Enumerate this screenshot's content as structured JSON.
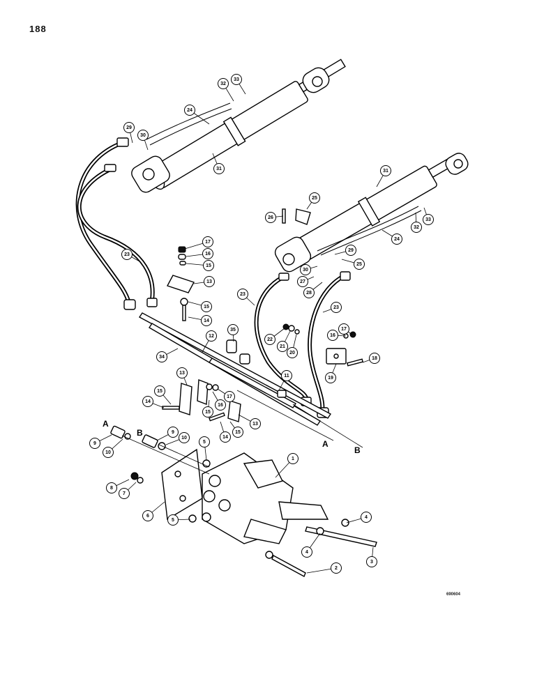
{
  "page": {
    "number": "188",
    "reference": "690604"
  },
  "line_markers": {
    "a": "A",
    "b": "B"
  },
  "callouts": [
    {
      "id": "c1",
      "label": "1"
    },
    {
      "id": "c2",
      "label": "2"
    },
    {
      "id": "c3",
      "label": "3"
    },
    {
      "id": "c4a",
      "label": "4"
    },
    {
      "id": "c4b",
      "label": "4"
    },
    {
      "id": "c5a",
      "label": "5"
    },
    {
      "id": "c5b",
      "label": "5"
    },
    {
      "id": "c6",
      "label": "6"
    },
    {
      "id": "c7",
      "label": "7"
    },
    {
      "id": "c8",
      "label": "8"
    },
    {
      "id": "c9a",
      "label": "9"
    },
    {
      "id": "c9b",
      "label": "9"
    },
    {
      "id": "c10a",
      "label": "10"
    },
    {
      "id": "c10b",
      "label": "10"
    },
    {
      "id": "c11",
      "label": "11"
    },
    {
      "id": "c12",
      "label": "12"
    },
    {
      "id": "c13a",
      "label": "13"
    },
    {
      "id": "c13b",
      "label": "13"
    },
    {
      "id": "c13c",
      "label": "13"
    },
    {
      "id": "c14a",
      "label": "14"
    },
    {
      "id": "c14b",
      "label": "14"
    },
    {
      "id": "c14c",
      "label": "14"
    },
    {
      "id": "c15a",
      "label": "15"
    },
    {
      "id": "c15b",
      "label": "15"
    },
    {
      "id": "c15c",
      "label": "15"
    },
    {
      "id": "c15d",
      "label": "15"
    },
    {
      "id": "c15e",
      "label": "15"
    },
    {
      "id": "c16a",
      "label": "16"
    },
    {
      "id": "c16b",
      "label": "16"
    },
    {
      "id": "c16c",
      "label": "16"
    },
    {
      "id": "c17a",
      "label": "17"
    },
    {
      "id": "c17b",
      "label": "17"
    },
    {
      "id": "c17c",
      "label": "17"
    },
    {
      "id": "c18",
      "label": "18"
    },
    {
      "id": "c19",
      "label": "19"
    },
    {
      "id": "c20",
      "label": "20"
    },
    {
      "id": "c21",
      "label": "21"
    },
    {
      "id": "c22",
      "label": "22"
    },
    {
      "id": "c23a",
      "label": "23"
    },
    {
      "id": "c23b",
      "label": "23"
    },
    {
      "id": "c23c",
      "label": "23"
    },
    {
      "id": "c24a",
      "label": "24"
    },
    {
      "id": "c24b",
      "label": "24"
    },
    {
      "id": "c25a",
      "label": "25"
    },
    {
      "id": "c25b",
      "label": "25"
    },
    {
      "id": "c26",
      "label": "26"
    },
    {
      "id": "c27",
      "label": "27"
    },
    {
      "id": "c28",
      "label": "28"
    },
    {
      "id": "c29a",
      "label": "29"
    },
    {
      "id": "c29b",
      "label": "29"
    },
    {
      "id": "c30a",
      "label": "30"
    },
    {
      "id": "c30b",
      "label": "30"
    },
    {
      "id": "c31a",
      "label": "31"
    },
    {
      "id": "c31b",
      "label": "31"
    },
    {
      "id": "c32a",
      "label": "32"
    },
    {
      "id": "c32b",
      "label": "32"
    },
    {
      "id": "c33a",
      "label": "33"
    },
    {
      "id": "c33b",
      "label": "33"
    },
    {
      "id": "c34",
      "label": "34"
    },
    {
      "id": "c35",
      "label": "35"
    }
  ]
}
